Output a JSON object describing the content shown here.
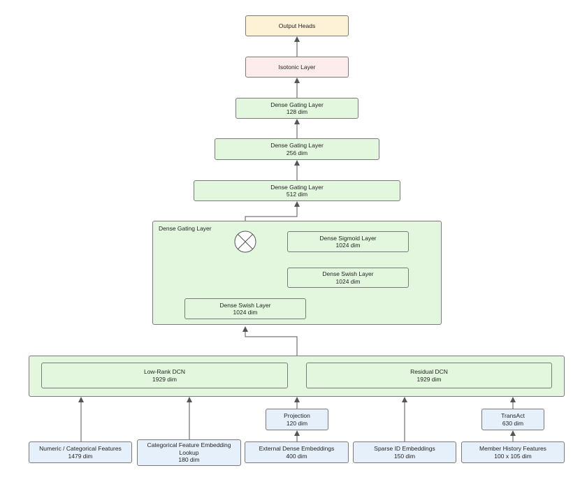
{
  "output_heads": {
    "title": "Output Heads"
  },
  "isotonic_layer": {
    "title": "Isotonic Layer"
  },
  "gating_128": {
    "title": "Dense Gating Layer",
    "dim": "128 dim"
  },
  "gating_256": {
    "title": "Dense Gating Layer",
    "dim": "256 dim"
  },
  "gating_512": {
    "title": "Dense Gating Layer",
    "dim": "512 dim"
  },
  "gating_block": {
    "label": "Dense Gating Layer",
    "sigmoid": {
      "title": "Dense Sigmoid Layer",
      "dim": "1024 dim"
    },
    "swish_inner": {
      "title": "Dense Swish Layer",
      "dim": "1024 dim"
    },
    "swish_main": {
      "title": "Dense Swish Layer",
      "dim": "1024 dim"
    },
    "multiply_icon": "multiply-icon"
  },
  "dcn_block": {
    "low_rank": {
      "title": "Low-Rank DCN",
      "dim": "1929 dim"
    },
    "residual": {
      "title": "Residual DCN",
      "dim": "1929 dim"
    }
  },
  "projection": {
    "title": "Projection",
    "dim": "120 dim"
  },
  "transact": {
    "title": "TransAct",
    "dim": "630 dim"
  },
  "inputs": {
    "numeric": {
      "title": "Numeric / Categorical Features",
      "dim": "1479 dim"
    },
    "categorical_embedding": {
      "title_line1": "Categorical Feature Embedding",
      "title_line2": "Lookup",
      "dim": "180 dim"
    },
    "external_dense": {
      "title": "External Dense Embeddings",
      "dim": "400 dim"
    },
    "sparse_id": {
      "title": "Sparse ID Embeddings",
      "dim": "150 dim"
    },
    "member_history": {
      "title": "Member History Features",
      "dim": "100 x 105 dim"
    }
  },
  "colors": {
    "green": "#e3f7df",
    "blue": "#e6f0fa",
    "orange": "#fdf1d6",
    "pink": "#fdecec",
    "border": "#7a7a7a",
    "arrow": "#555555"
  }
}
